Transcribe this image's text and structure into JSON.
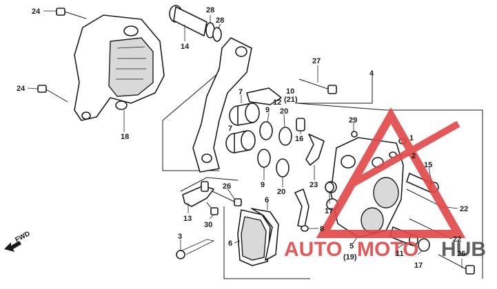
{
  "diagram": {
    "callouts": [
      {
        "id": "c24a",
        "text": "24"
      },
      {
        "id": "c24b",
        "text": "24"
      },
      {
        "id": "c18",
        "text": "18"
      },
      {
        "id": "c28a",
        "text": "28"
      },
      {
        "id": "c28b",
        "text": "28"
      },
      {
        "id": "c14",
        "text": "14"
      },
      {
        "id": "c27",
        "text": "27"
      },
      {
        "id": "c4",
        "text": "4"
      },
      {
        "id": "c7a",
        "text": "7"
      },
      {
        "id": "c7b",
        "text": "7"
      },
      {
        "id": "c9a",
        "text": "9"
      },
      {
        "id": "c9b",
        "text": "9"
      },
      {
        "id": "c20a",
        "text": "20"
      },
      {
        "id": "c20b",
        "text": "20"
      },
      {
        "id": "c10",
        "text": "10"
      },
      {
        "id": "c21",
        "text": "(21)"
      },
      {
        "id": "c12",
        "text": "12"
      },
      {
        "id": "c16",
        "text": "16"
      },
      {
        "id": "c23",
        "text": "23"
      },
      {
        "id": "c29",
        "text": "29"
      },
      {
        "id": "c1",
        "text": "1"
      },
      {
        "id": "c2",
        "text": "2"
      },
      {
        "id": "c15",
        "text": "15"
      },
      {
        "id": "c22a",
        "text": "22"
      },
      {
        "id": "c22b",
        "text": "22"
      },
      {
        "id": "c26a",
        "text": "26"
      },
      {
        "id": "c26b",
        "text": "26"
      },
      {
        "id": "c13",
        "text": "13"
      },
      {
        "id": "c30",
        "text": "30"
      },
      {
        "id": "c3",
        "text": "3"
      },
      {
        "id": "c6a",
        "text": "6"
      },
      {
        "id": "c6b",
        "text": "6"
      },
      {
        "id": "c5",
        "text": "5"
      },
      {
        "id": "c8",
        "text": "8"
      },
      {
        "id": "c17a",
        "text": "17"
      },
      {
        "id": "c17b",
        "text": "17"
      },
      {
        "id": "c11",
        "text": "11"
      },
      {
        "id": "c19",
        "text": "(19)"
      }
    ],
    "fwd_label": "FWD"
  },
  "watermark": {
    "text_auto": "AUTO",
    "text_moto": "MOTO",
    "text_hub": "HUB",
    "color_primary": "#e04848",
    "color_secondary": "#505050"
  }
}
